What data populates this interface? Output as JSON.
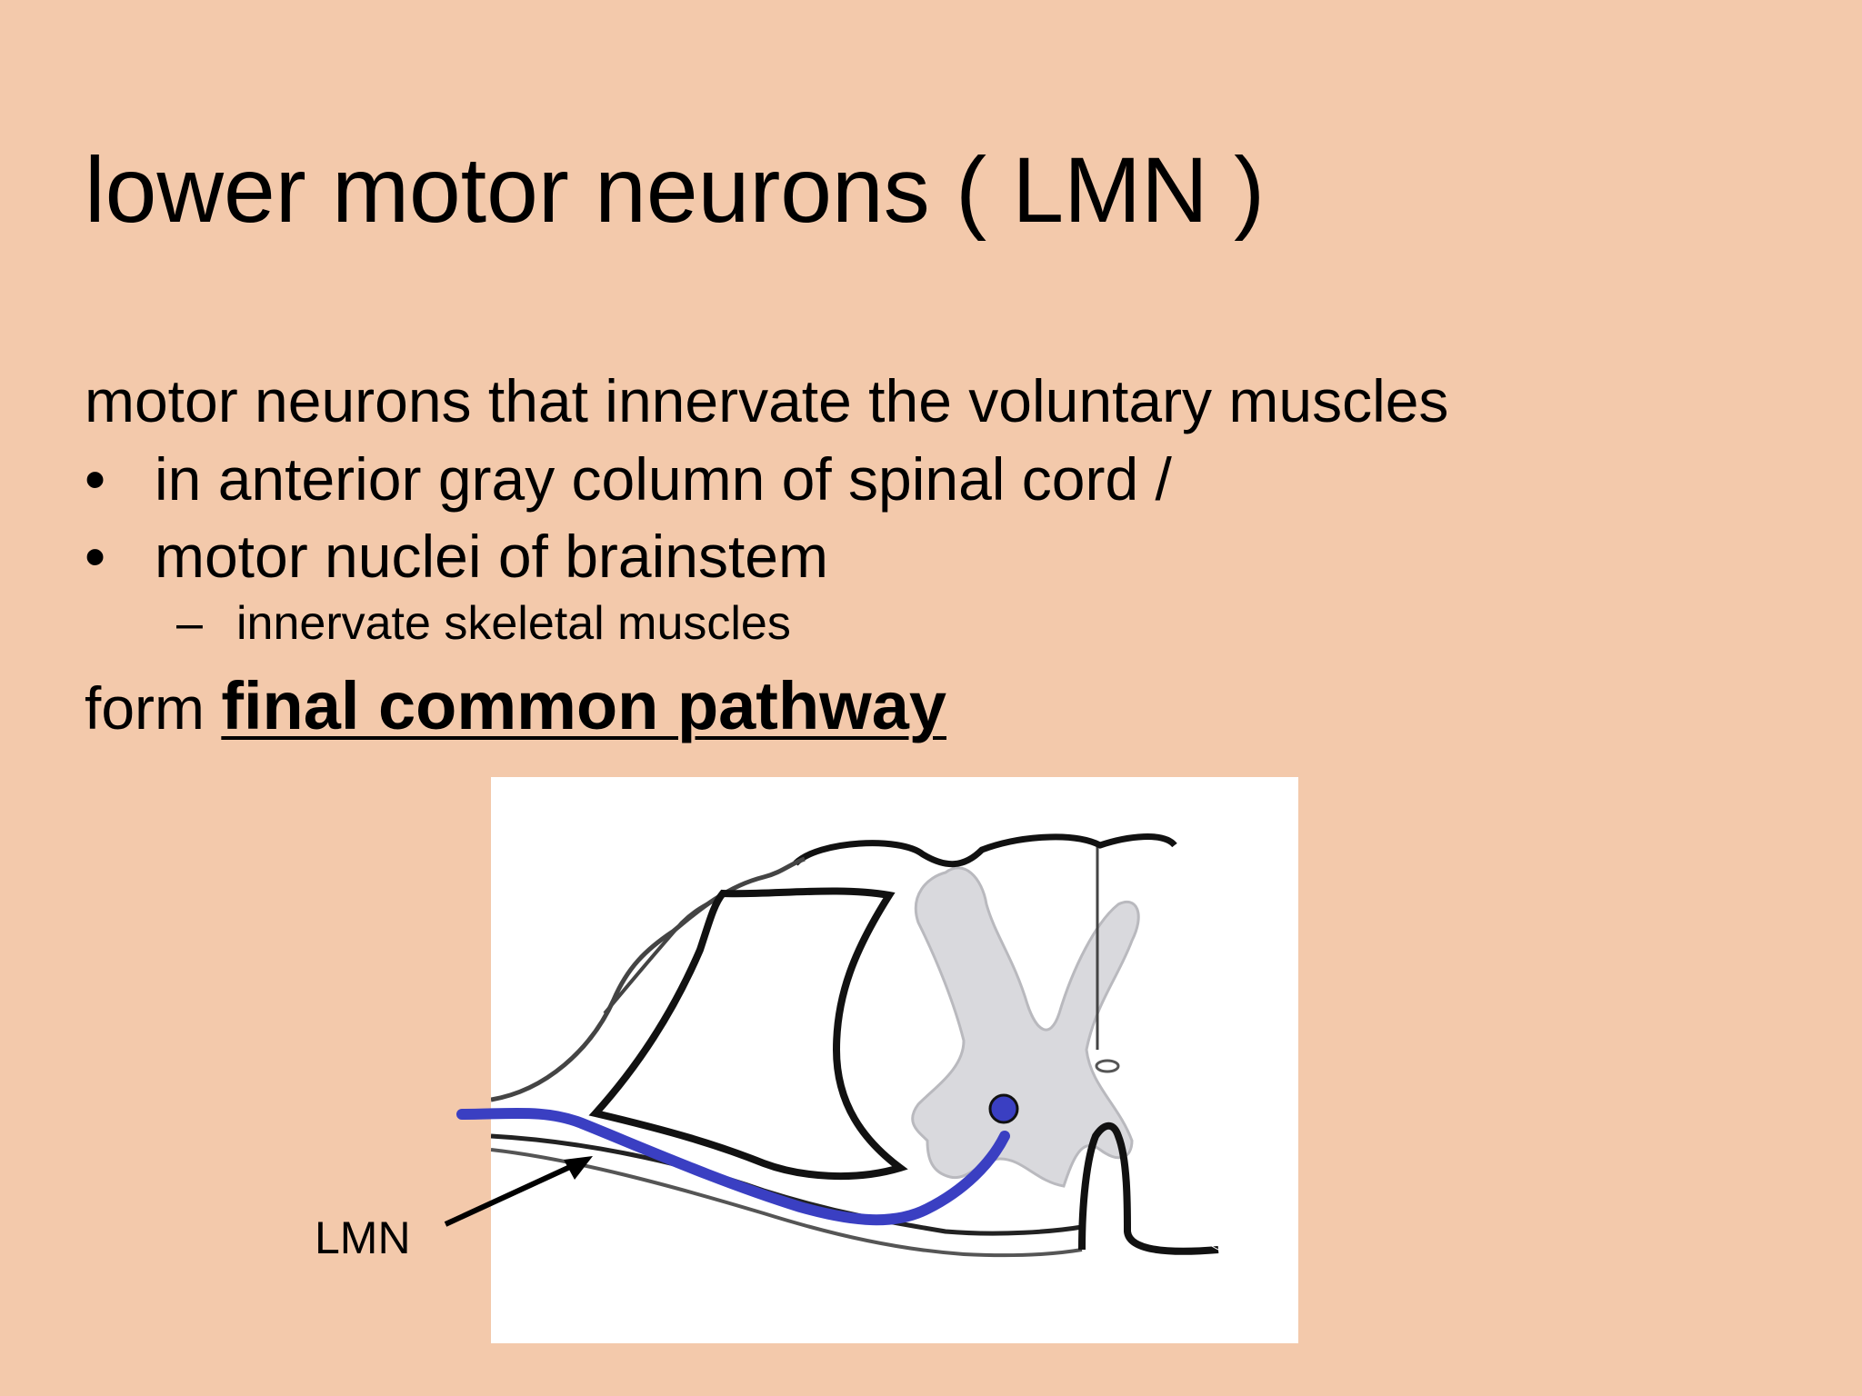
{
  "colors": {
    "background": "#f3c9ab",
    "text": "#000000",
    "neuron": "#3a3fc2",
    "gray_matter": "#d9d9dd",
    "figure_background": "#ffffff"
  },
  "slide": {
    "title": "lower motor neurons ( LMN )",
    "definition": "motor neurons that innervate the voluntary muscles",
    "bullets": [
      {
        "marker": "•",
        "text": "in anterior gray column of spinal cord /"
      },
      {
        "marker": "•",
        "text": "motor nuclei of brainstem"
      }
    ],
    "sub_bullet": {
      "marker": "–",
      "text": "innervate skeletal muscles"
    },
    "form_prefix": "form",
    "form_emphasis": "final common pathway"
  },
  "figure": {
    "label": "LMN",
    "icons": [
      "spinal-cord-cross-section",
      "motor-neuron-path",
      "pointer-arrow"
    ]
  }
}
